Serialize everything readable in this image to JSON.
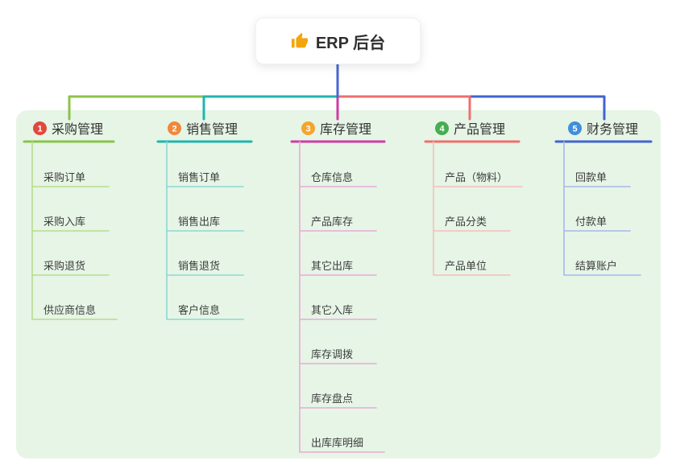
{
  "root": {
    "icon": "thumbs-up-icon",
    "icon_color": "#f2a50c",
    "label": "ERP 后台"
  },
  "canvas": {
    "background": "#e6f5e6"
  },
  "links": {
    "root_color": "#4767d3"
  },
  "branches": [
    {
      "number": "1",
      "label": "采购管理",
      "badge_color": "#e2483d",
      "line_color": "#8bc34a",
      "child_line_color": "#b7db8e",
      "children": [
        "采购订单",
        "采购入库",
        "采购退货",
        "供应商信息"
      ]
    },
    {
      "number": "2",
      "label": "销售管理",
      "badge_color": "#f0883a",
      "line_color": "#1fb5ad",
      "child_line_color": "#8ed8d3",
      "children": [
        "销售订单",
        "销售出库",
        "销售退货",
        "客户信息"
      ]
    },
    {
      "number": "3",
      "label": "库存管理",
      "badge_color": "#f6a42d",
      "line_color": "#cf3ba5",
      "child_line_color": "#eaaad6",
      "children": [
        "仓库信息",
        "产品库存",
        "其它出库",
        "其它入库",
        "库存调拨",
        "库存盘点",
        "出库库明细"
      ]
    },
    {
      "number": "4",
      "label": "产品管理",
      "badge_color": "#47ad52",
      "line_color": "#ef6e6e",
      "child_line_color": "#f7bcbc",
      "children": [
        "产品（物料）",
        "产品分类",
        "产品单位"
      ]
    },
    {
      "number": "5",
      "label": "财务管理",
      "badge_color": "#3f8fdd",
      "line_color": "#4263cf",
      "child_line_color": "#a8b7ec",
      "children": [
        "回款单",
        "付款单",
        "结算账户"
      ]
    }
  ]
}
